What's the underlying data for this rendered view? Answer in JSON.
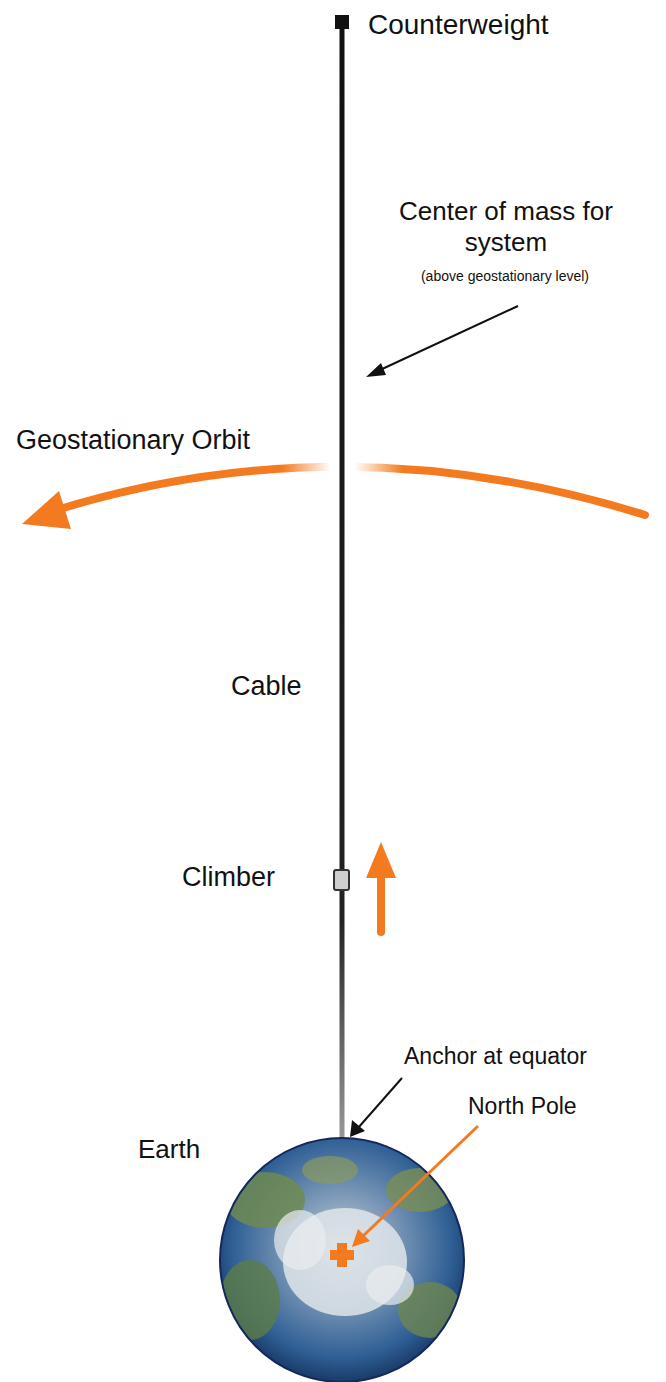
{
  "diagram": {
    "labels": [
      "Counterweight",
      "Center of mass for system",
      "(above geostationary level)",
      "Geostationary Orbit",
      "Cable",
      "Climber",
      "Anchor at equator",
      "Earth",
      "North Pole"
    ]
  }
}
